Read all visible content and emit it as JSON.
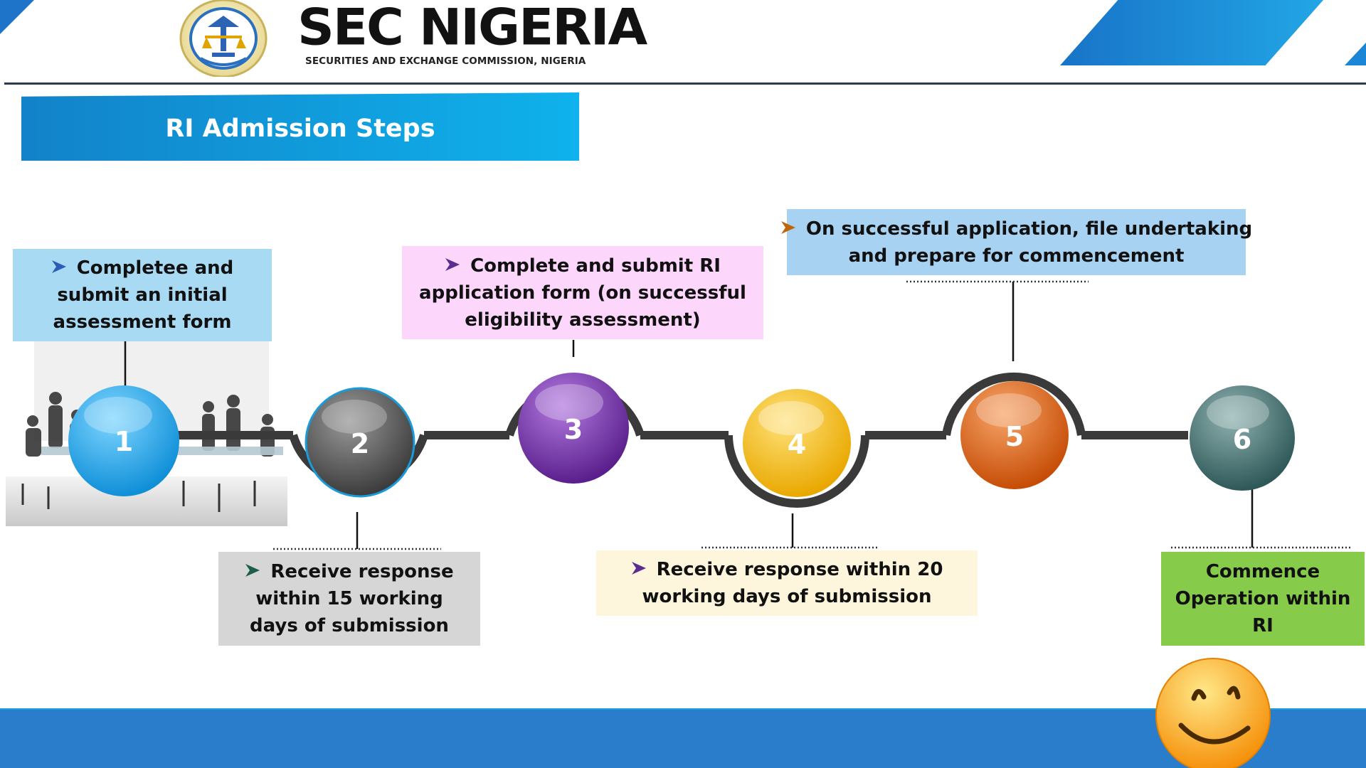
{
  "header": {
    "brand": "SEC NIGERIA",
    "subtitle": "SECURITIES AND EXCHANGE COMMISSION, NIGERIA"
  },
  "title": "RI Admission Steps",
  "steps": [
    {
      "number": "1",
      "lines": [
        "Completee and",
        "submit an initial",
        "assessment form"
      ]
    },
    {
      "number": "2",
      "lines": [
        "Receive response",
        "within 15 working",
        "days of submission"
      ]
    },
    {
      "number": "3",
      "lines": [
        "Complete and submit RI",
        "application form (on successful",
        "eligibility assessment)"
      ]
    },
    {
      "number": "4",
      "lines": [
        "Receive response within 20",
        "working days of submission"
      ]
    },
    {
      "number": "5",
      "lines": [
        "On successful application, file undertaking",
        "and prepare for commencement"
      ]
    },
    {
      "number": "6",
      "lines": [
        "Commence",
        "Operation within",
        "RI"
      ]
    }
  ],
  "colors": {
    "step1": "#19a3e4",
    "step2": "#4b4b4b",
    "step3": "#6a2d9a",
    "step4": "#f3b607",
    "step5": "#d95c0b",
    "step6": "#3c6666",
    "track": "#3a3a3a",
    "footer": "#2a7dcb"
  },
  "icons": {
    "bullet": "arrow-bullet-icon",
    "seal": "sec-seal-icon",
    "smiley": "smiley-icon"
  }
}
